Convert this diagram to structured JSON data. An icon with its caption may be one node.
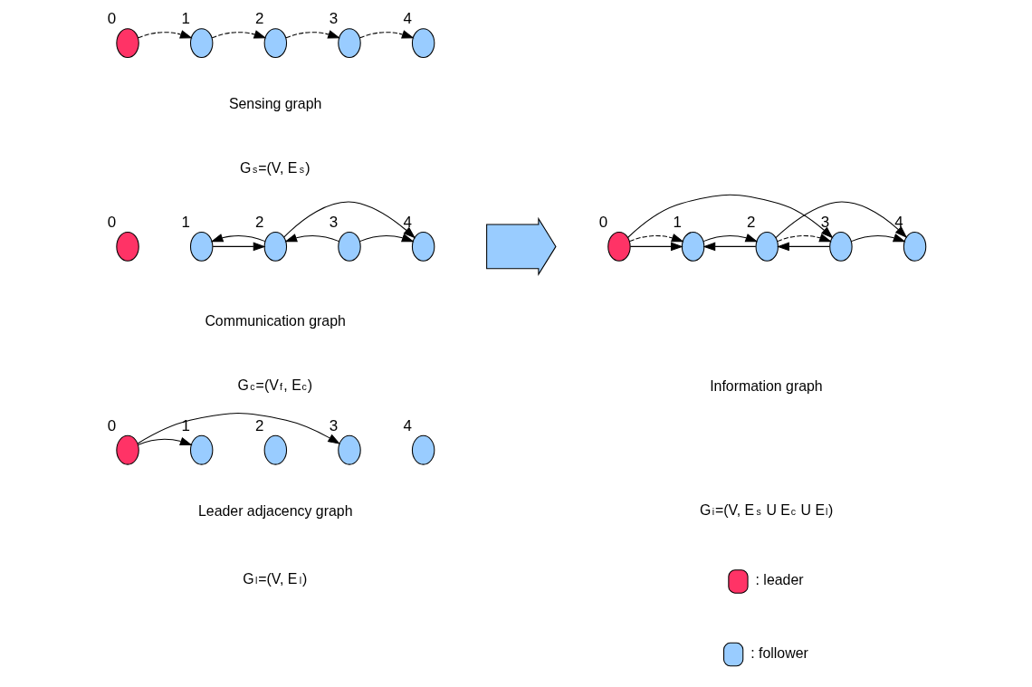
{
  "diagram": {
    "nodes": [
      {
        "text": [],
        "shape": "circle",
        "beside": [
          "0"
        ]
      },
      {
        "text": [],
        "shape": "circle",
        "beside": [
          "1"
        ]
      },
      {
        "text": [],
        "shape": "circle",
        "beside": [
          "2"
        ]
      },
      {
        "text": [],
        "shape": "circle",
        "beside": [
          "3"
        ]
      },
      {
        "text": [],
        "shape": "circle",
        "beside": [
          "4"
        ]
      },
      {
        "text": [],
        "shape": "circle",
        "beside": [
          "0"
        ]
      },
      {
        "text": [],
        "shape": "circle",
        "beside": [
          "1"
        ]
      },
      {
        "text": [],
        "shape": "circle",
        "beside": [
          "2"
        ]
      },
      {
        "text": [],
        "shape": "circle",
        "beside": [
          "3"
        ]
      },
      {
        "text": [],
        "shape": "circle",
        "beside": [
          "4"
        ]
      },
      {
        "text": [],
        "shape": "circle",
        "beside": [
          "0"
        ]
      },
      {
        "text": [],
        "shape": "circle",
        "beside": [
          "1"
        ]
      },
      {
        "text": [],
        "shape": "circle",
        "beside": [
          "2"
        ]
      },
      {
        "text": [],
        "shape": "circle",
        "beside": [
          "3"
        ]
      },
      {
        "text": [],
        "shape": "circle",
        "beside": [
          "4"
        ]
      },
      {
        "text": [],
        "shape": "circle",
        "beside": [
          "0"
        ]
      },
      {
        "text": [],
        "shape": "circle",
        "beside": [
          "1"
        ]
      },
      {
        "text": [],
        "shape": "circle",
        "beside": [
          "2"
        ]
      },
      {
        "text": [],
        "shape": "circle",
        "beside": [
          "3"
        ]
      },
      {
        "text": [],
        "shape": "circle",
        "beside": [
          "4"
        ]
      },
      {
        "text": [],
        "shape": "arrow"
      }
    ],
    "edges": [
      {
        "from": 0,
        "to": 1,
        "arrow": "to",
        "style": "dashed"
      },
      {
        "from": 1,
        "to": 2,
        "arrow": "to",
        "style": "dashed"
      },
      {
        "from": 2,
        "to": 3,
        "arrow": "to",
        "style": "dashed"
      },
      {
        "from": 3,
        "to": 4,
        "arrow": "to",
        "style": "dashed"
      },
      {
        "from": 6,
        "to": 7,
        "arrow": "to"
      },
      {
        "from": 7,
        "to": 6,
        "arrow": "to"
      },
      {
        "from": 8,
        "to": 7,
        "arrow": "to"
      },
      {
        "from": 8,
        "to": 9,
        "arrow": "to"
      },
      {
        "from": 7,
        "to": 9,
        "arrow": "to"
      },
      {
        "from": 10,
        "to": 11,
        "arrow": "to"
      },
      {
        "from": 10,
        "to": 13,
        "arrow": "to"
      },
      {
        "from": 15,
        "to": 16,
        "arrow": "to"
      },
      {
        "from": 15,
        "to": 18,
        "arrow": "to"
      },
      {
        "from": 15,
        "to": 16,
        "arrow": "to",
        "style": "dashed"
      },
      {
        "from": 17,
        "to": 16,
        "arrow": "to"
      },
      {
        "from": 16,
        "to": 17,
        "arrow": "to"
      },
      {
        "from": 18,
        "to": 17,
        "arrow": "to"
      },
      {
        "from": 17,
        "to": 18,
        "arrow": "to",
        "style": "dashed"
      },
      {
        "from": 18,
        "to": 19,
        "arrow": "to"
      },
      {
        "from": 17,
        "to": 19,
        "arrow": "to"
      }
    ],
    "labels": [
      "Sensing graph",
      "G$_{s}$=(V, E$_{s}$)",
      "Communication graph",
      "G$_{c}$=(V$_{f}$, E$_{c}$)",
      "Leader adjacency graph",
      "G$_{l}$=(V, E$_{l}$)",
      "Information graph",
      "G$_{i}$=(V, E$_{s}$ U E$_{c}$ U E$_{l}$)"
    ],
    "legend": [
      {
        "text": ": leader",
        "color": "#ff3366"
      },
      {
        "text": ": follower",
        "color": "#99ccff"
      }
    ]
  }
}
